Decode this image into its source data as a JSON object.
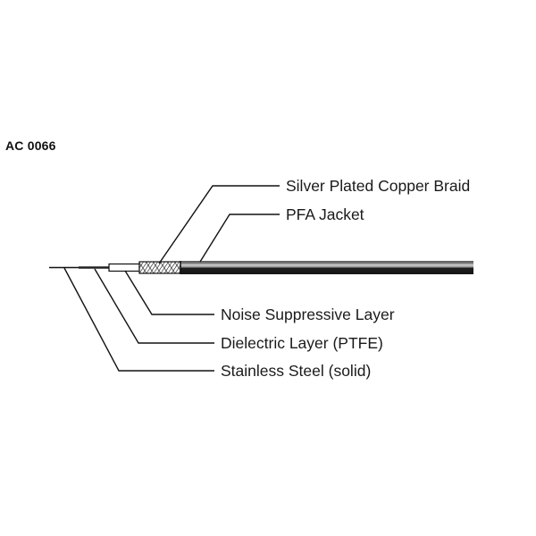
{
  "part_code": "AC 0066",
  "labels": {
    "braid": "Silver Plated Copper Braid",
    "jacket": "PFA Jacket",
    "noise_layer": "Noise Suppressive Layer",
    "dielectric": "Dielectric Layer (PTFE)",
    "conductor": "Stainless Steel (solid)"
  },
  "colors": {
    "line": "#111111",
    "jacket_top": "#6e6e6e",
    "jacket_highlight": "#c8c8c8",
    "jacket_bottom": "#1a1a1a",
    "dielectric_fill": "#ffffff",
    "braid_fill": "#ffffff"
  }
}
